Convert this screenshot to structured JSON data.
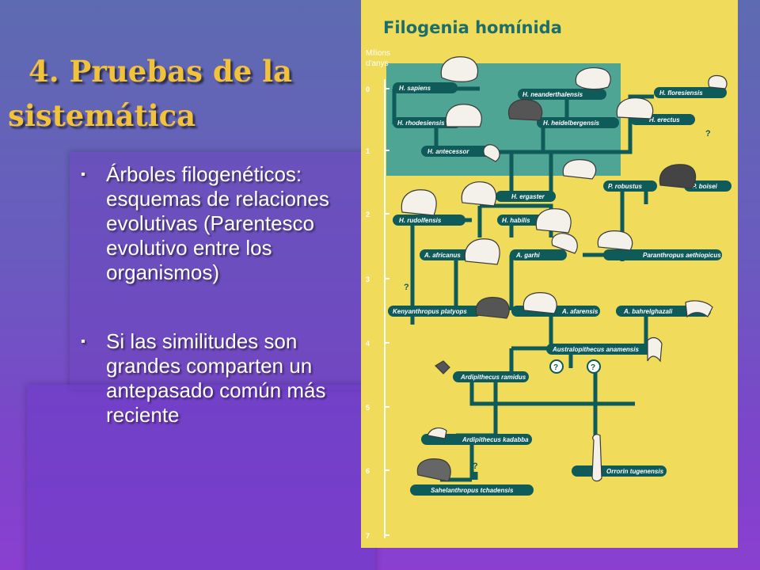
{
  "slide": {
    "title_line1": "4.  Pruebas de la",
    "title_line2": "sistemática",
    "bullet_glyph": "▪",
    "bullets": [
      "Árboles filogenéticos: esquemas de relaciones evolutivas (Parentesco evolutivo entre los organismos)",
      "Si las similitudes son grandes comparten un antepasado común más reciente"
    ]
  },
  "figure": {
    "title": "Filogenia homínida",
    "axis_label_1": "Milions",
    "axis_label_2": "d'anys",
    "axis_ticks": [
      "0",
      "1",
      "2",
      "3",
      "4",
      "5",
      "6",
      "7"
    ],
    "question_mark": "?",
    "species": {
      "sapiens": "H. sapiens",
      "neanderthalensis": "H. neanderthalensis",
      "floresiensis": "H. floresiensis",
      "rhodesiensis": "H. rhodesiensis",
      "heidelbergensis": "H. heidelbergensis",
      "erectus": "H. erectus",
      "antecessor": "H. antecessor",
      "robustus": "P. robustus",
      "boisei": "P. boisei",
      "ergaster": "H. ergaster",
      "rudolfensis": "H. rudolfensis",
      "habilis": "H. habilis",
      "africanus": "A. africanus",
      "garhi": "A. garhi",
      "aethiopicus": "Paranthropus aethiopicus",
      "platyops": "Kenyanthropus platyops",
      "afarensis": "A. afarensis",
      "bahrelghazali": "A. bahrelghazali",
      "anamensis": "Australopithecus anamensis",
      "ramidus": "Ardipithecus ramidus",
      "kadabba": "Ardipithecus kadabba",
      "tugenensis": "Orrorin tugenensis",
      "tchadensis": "Sahelanthropus tchadensis"
    }
  },
  "colors": {
    "title_gold": "#f2c23a",
    "panel_yellow": "#f0db5a",
    "homo_zone": "#3d9e9a",
    "tree_teal": "#0e5b59",
    "figure_title": "#1c6e6a"
  }
}
